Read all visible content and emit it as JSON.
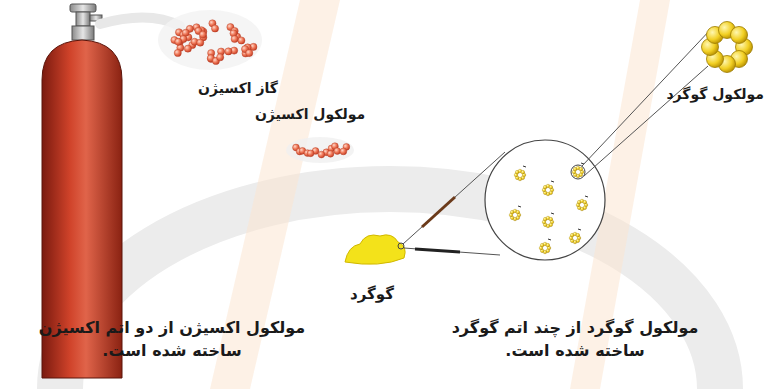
{
  "diagram": {
    "labels": [
      "گاز اکسیژن",
      "مولکول اکسیژن",
      "مولکول گوگرد",
      "گوگرد",
      "مولکول اکسیژن از دو اتم اکسیژن ساخته شده است.",
      "مولکول گوگرد از چند اتم گوگرد ساخته شده است."
    ]
  }
}
